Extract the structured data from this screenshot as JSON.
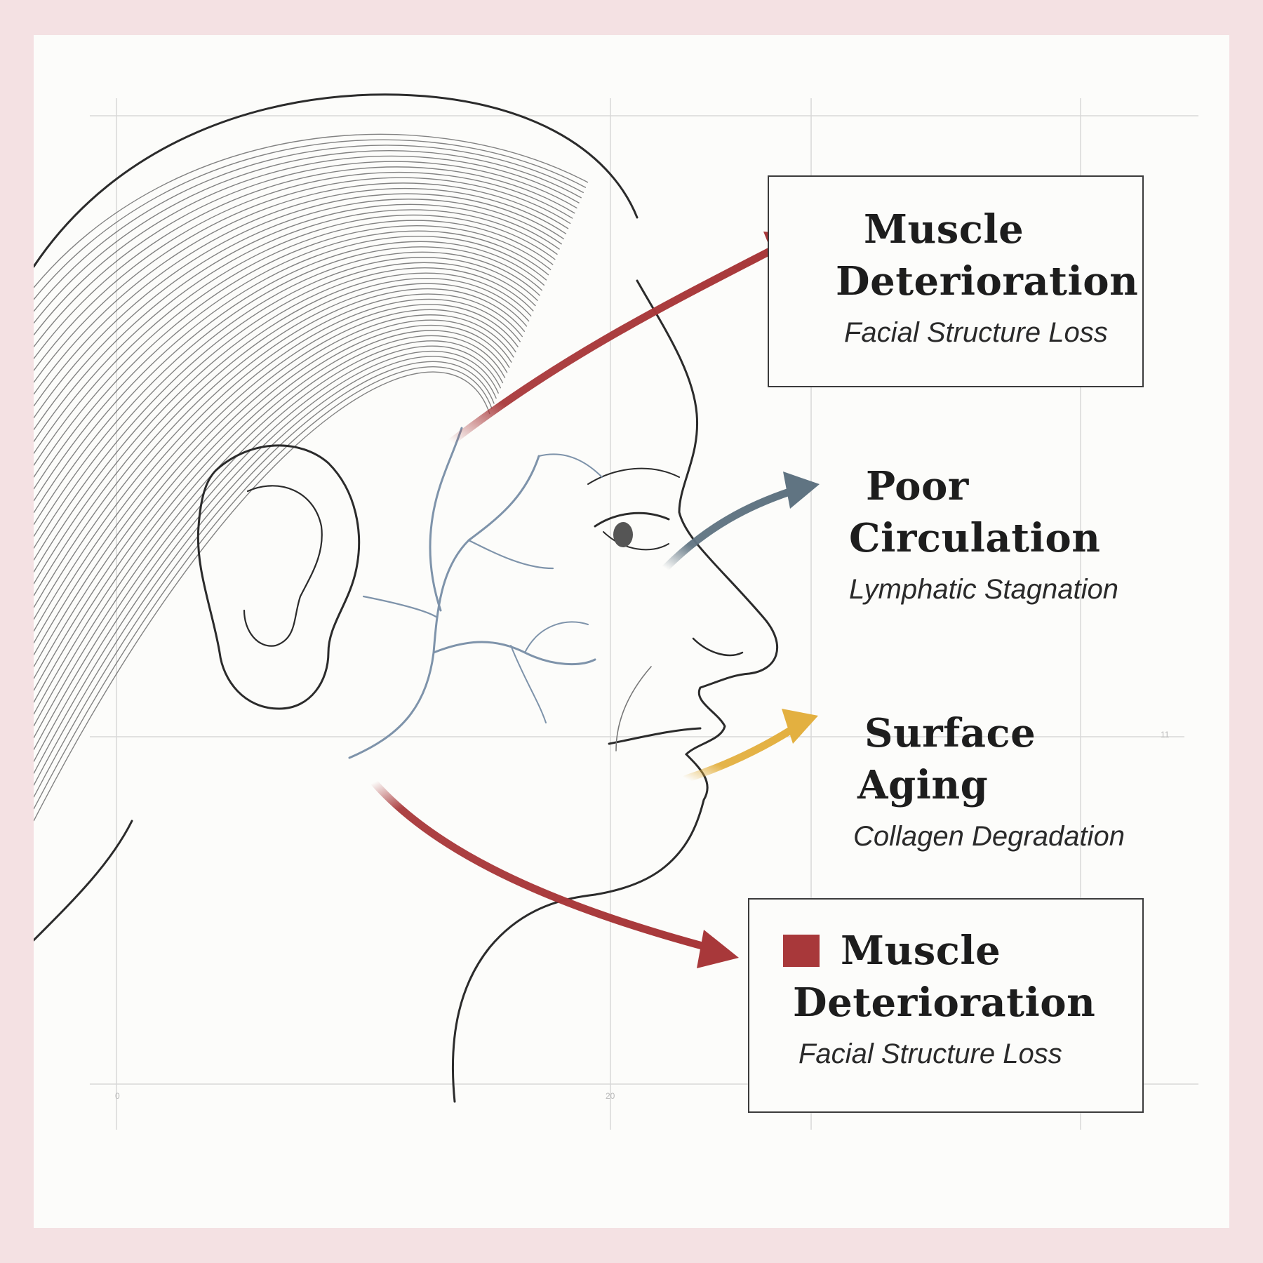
{
  "colors": {
    "frame": "#f4e1e3",
    "paper": "#fcfcfa",
    "muscle": "#a8383a",
    "circulation": "#607482",
    "surface": "#e3b040",
    "vein": "#7e93aa",
    "sketch": "#2b2b2b"
  },
  "callouts": [
    {
      "title_line1": "Muscle",
      "title_line2": "Deterioration",
      "subtitle": "Facial Structure Loss",
      "boxed": true,
      "marker": false
    },
    {
      "title_line1": "Poor",
      "title_line2": "Circulation",
      "subtitle": "Lymphatic Stagnation",
      "boxed": false,
      "marker": false
    },
    {
      "title_line1": "Surface",
      "title_line2": "Aging",
      "subtitle": "Collagen Degradation",
      "boxed": false,
      "marker": false
    },
    {
      "title_line1": "Muscle",
      "title_line2": "Deterioration",
      "subtitle": "Facial Structure Loss",
      "boxed": true,
      "marker": true
    }
  ],
  "grid_ticks": [
    "0",
    "20",
    "11"
  ],
  "icons": [
    "arrow-icon",
    "marker-square-icon"
  ]
}
